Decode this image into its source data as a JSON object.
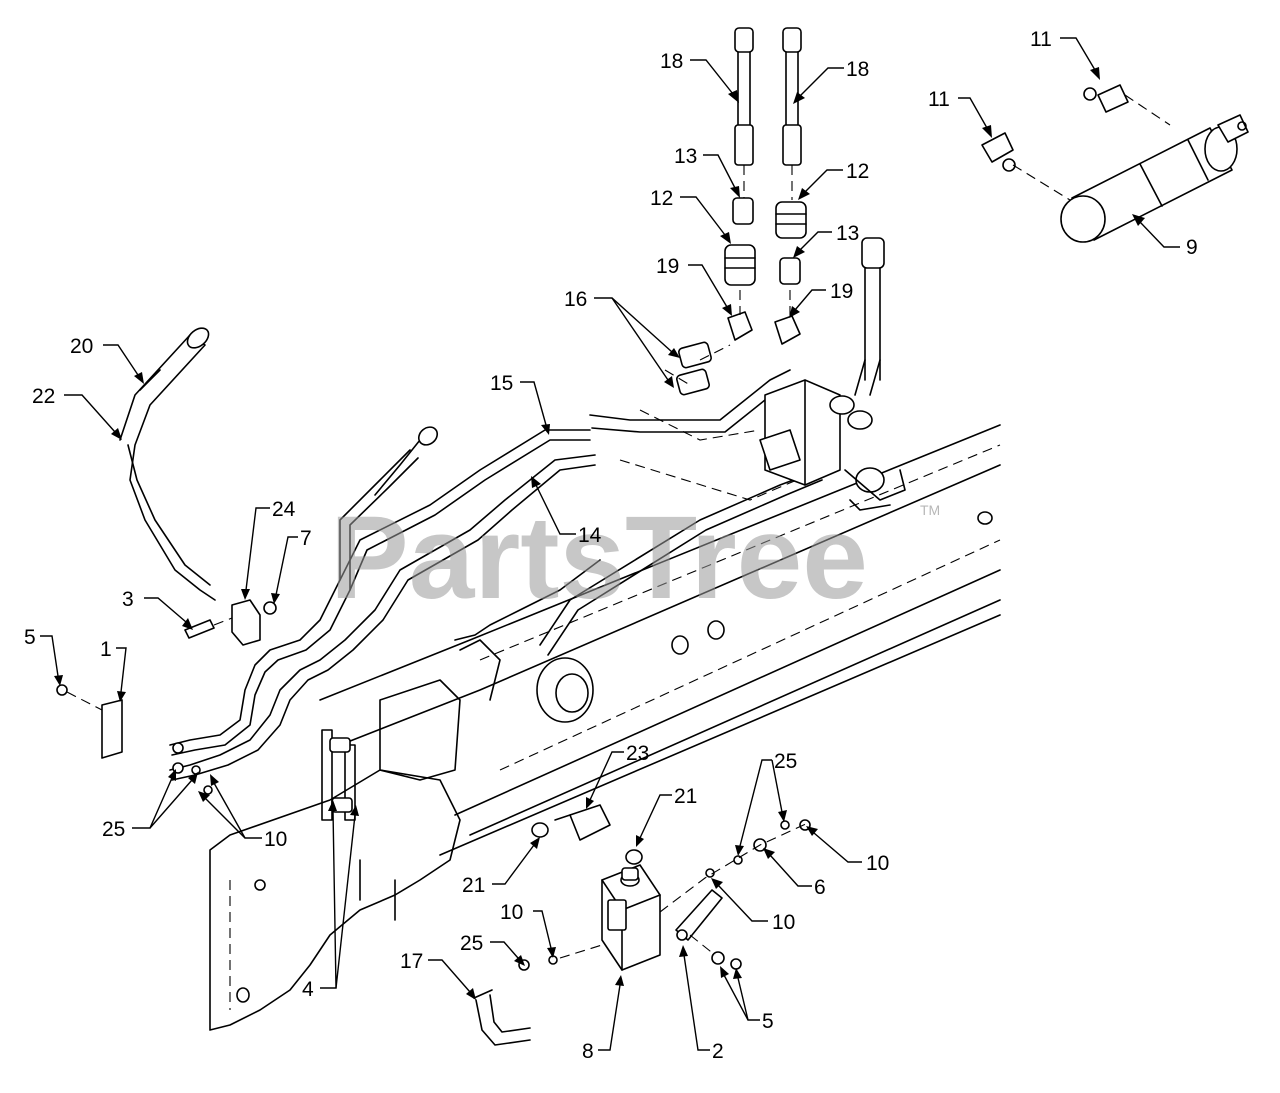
{
  "watermark": {
    "text": "PartsTree",
    "trademark": "TM"
  },
  "callouts": [
    {
      "id": "c-11a",
      "label": "11"
    },
    {
      "id": "c-11b",
      "label": "11"
    },
    {
      "id": "c-9",
      "label": "9"
    },
    {
      "id": "c-18a",
      "label": "18"
    },
    {
      "id": "c-18b",
      "label": "18"
    },
    {
      "id": "c-13a",
      "label": "13"
    },
    {
      "id": "c-12a",
      "label": "12"
    },
    {
      "id": "c-12b",
      "label": "12"
    },
    {
      "id": "c-13b",
      "label": "13"
    },
    {
      "id": "c-19a",
      "label": "19"
    },
    {
      "id": "c-19b",
      "label": "19"
    },
    {
      "id": "c-16",
      "label": "16"
    },
    {
      "id": "c-20",
      "label": "20"
    },
    {
      "id": "c-22",
      "label": "22"
    },
    {
      "id": "c-15",
      "label": "15"
    },
    {
      "id": "c-14",
      "label": "14"
    },
    {
      "id": "c-24",
      "label": "24"
    },
    {
      "id": "c-7",
      "label": "7"
    },
    {
      "id": "c-3",
      "label": "3"
    },
    {
      "id": "c-5a",
      "label": "5"
    },
    {
      "id": "c-1",
      "label": "1"
    },
    {
      "id": "c-25a",
      "label": "25"
    },
    {
      "id": "c-10a",
      "label": "10"
    },
    {
      "id": "c-4",
      "label": "4"
    },
    {
      "id": "c-23",
      "label": "23"
    },
    {
      "id": "c-21a",
      "label": "21"
    },
    {
      "id": "c-21b",
      "label": "21"
    },
    {
      "id": "c-25b",
      "label": "25"
    },
    {
      "id": "c-10b",
      "label": "10"
    },
    {
      "id": "c-6",
      "label": "6"
    },
    {
      "id": "c-10c",
      "label": "10"
    },
    {
      "id": "c-10d",
      "label": "10"
    },
    {
      "id": "c-25c",
      "label": "25"
    },
    {
      "id": "c-17",
      "label": "17"
    },
    {
      "id": "c-8",
      "label": "8"
    },
    {
      "id": "c-2",
      "label": "2"
    },
    {
      "id": "c-5b",
      "label": "5"
    }
  ]
}
